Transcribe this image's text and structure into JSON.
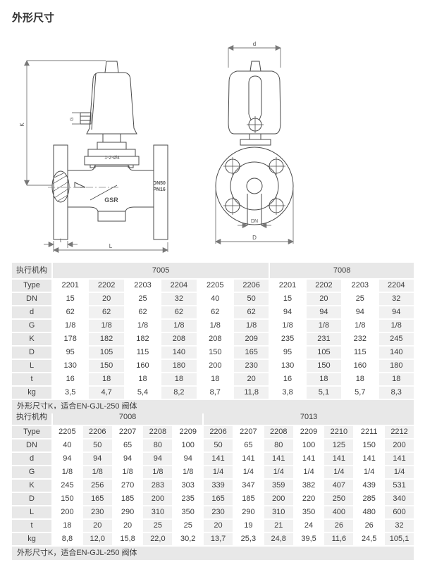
{
  "title": "外形尺寸",
  "drawings": {
    "front": {
      "k": "K",
      "g": "G",
      "t": "t",
      "l": "L",
      "tag": "1-2-Ø4",
      "mark1": "DN50",
      "mark2": "PN16",
      "brand": "GSR"
    },
    "side": {
      "d": "d",
      "dn": "DN",
      "big_d": "D"
    }
  },
  "tables": [
    {
      "actuator_label": "执行机构",
      "groups": [
        {
          "name": "7005",
          "span": 6
        },
        {
          "name": "7008",
          "span": 4
        }
      ],
      "rows": [
        {
          "label": "Type",
          "values": [
            "2201",
            "2202",
            "2203",
            "2204",
            "2205",
            "2206",
            "2201",
            "2202",
            "2203",
            "2204"
          ]
        },
        {
          "label": "DN",
          "values": [
            "15",
            "20",
            "25",
            "32",
            "40",
            "50",
            "15",
            "20",
            "25",
            "32"
          ]
        },
        {
          "label": "d",
          "values": [
            "62",
            "62",
            "62",
            "62",
            "62",
            "62",
            "94",
            "94",
            "94",
            "94"
          ]
        },
        {
          "label": "G",
          "values": [
            "1/8",
            "1/8",
            "1/8",
            "1/8",
            "1/8",
            "1/8",
            "1/8",
            "1/8",
            "1/8",
            "1/8"
          ]
        },
        {
          "label": "K",
          "values": [
            "178",
            "182",
            "182",
            "208",
            "208",
            "209",
            "235",
            "231",
            "232",
            "245"
          ]
        },
        {
          "label": "D",
          "values": [
            "95",
            "105",
            "115",
            "140",
            "150",
            "165",
            "95",
            "105",
            "115",
            "140"
          ]
        },
        {
          "label": "L",
          "values": [
            "130",
            "150",
            "160",
            "180",
            "200",
            "230",
            "130",
            "150",
            "160",
            "180"
          ]
        },
        {
          "label": "t",
          "values": [
            "16",
            "18",
            "18",
            "18",
            "18",
            "20",
            "16",
            "18",
            "18",
            "18"
          ]
        },
        {
          "label": "kg",
          "values": [
            "3,5",
            "4,7",
            "5,4",
            "8,2",
            "8,7",
            "11,8",
            "3,8",
            "5,1",
            "5,7",
            "8,3"
          ]
        }
      ],
      "footnote": "外形尺寸K，适合EN-GJL-250 阀体"
    },
    {
      "actuator_label": "执行机构",
      "groups": [
        {
          "name": "7008",
          "span": 5
        },
        {
          "name": "7013",
          "span": 7
        }
      ],
      "rows": [
        {
          "label": "Type",
          "values": [
            "2205",
            "2206",
            "2207",
            "2208",
            "2209",
            "2206",
            "2207",
            "2208",
            "2209",
            "2210",
            "2211",
            "2212"
          ]
        },
        {
          "label": "DN",
          "values": [
            "40",
            "50",
            "65",
            "80",
            "100",
            "50",
            "65",
            "80",
            "100",
            "125",
            "150",
            "200"
          ]
        },
        {
          "label": "d",
          "values": [
            "94",
            "94",
            "94",
            "94",
            "94",
            "141",
            "141",
            "141",
            "141",
            "141",
            "141",
            "141"
          ]
        },
        {
          "label": "G",
          "values": [
            "1/8",
            "1/8",
            "1/8",
            "1/8",
            "1/8",
            "1/4",
            "1/4",
            "1/4",
            "1/4",
            "1/4",
            "1/4",
            "1/4"
          ]
        },
        {
          "label": "K",
          "values": [
            "245",
            "256",
            "270",
            "283",
            "303",
            "339",
            "347",
            "359",
            "382",
            "407",
            "439",
            "531"
          ]
        },
        {
          "label": "D",
          "values": [
            "150",
            "165",
            "185",
            "200",
            "235",
            "165",
            "185",
            "200",
            "220",
            "250",
            "285",
            "340"
          ]
        },
        {
          "label": "L",
          "values": [
            "200",
            "230",
            "290",
            "310",
            "350",
            "230",
            "290",
            "310",
            "350",
            "400",
            "480",
            "600"
          ]
        },
        {
          "label": "t",
          "values": [
            "18",
            "20",
            "20",
            "25",
            "25",
            "20",
            "19",
            "21",
            "24",
            "26",
            "26",
            "32"
          ]
        },
        {
          "label": "kg",
          "values": [
            "8,8",
            "12,0",
            "15,8",
            "22,0",
            "30,2",
            "13,7",
            "25,3",
            "24,8",
            "39,5",
            "11,6",
            "24,5",
            "105,1"
          ]
        }
      ],
      "footnote": "外形尺寸K，适合EN-GJL-250 阀体"
    }
  ]
}
